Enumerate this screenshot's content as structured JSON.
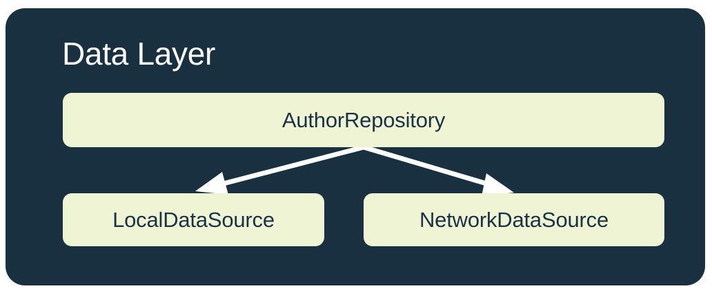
{
  "diagram": {
    "title": "Data Layer",
    "panel_color": "#18303F",
    "node_fill_color": "#EEF4D4",
    "node_text_color": "#1B3244",
    "title_text_color": "#FFFFFF",
    "connector_color": "#FFFFFF",
    "canvas_background": "#FFFFFF",
    "nodes": [
      {
        "id": "author-repository",
        "label": "AuthorRepository",
        "role": "repository",
        "row": "top"
      },
      {
        "id": "local-data-source",
        "label": "LocalDataSource",
        "role": "data-source",
        "row": "bottom"
      },
      {
        "id": "network-data-source",
        "label": "NetworkDataSource",
        "role": "data-source",
        "row": "bottom"
      }
    ],
    "connectors": [
      {
        "id": "repository-to-local",
        "from": "author-repository",
        "to": "local-data-source",
        "arrowhead": "end"
      },
      {
        "id": "repository-to-network",
        "from": "author-repository",
        "to": "network-data-source",
        "arrowhead": "end"
      }
    ]
  }
}
